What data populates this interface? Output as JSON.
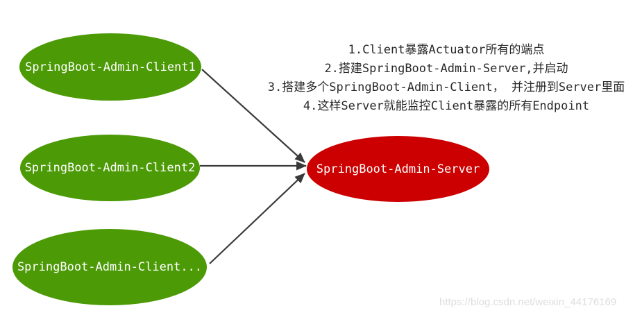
{
  "diagram": {
    "nodes": [
      {
        "id": "client1",
        "label": "SpringBoot-Admin-Client1",
        "fill": "#4c9a06",
        "text_color": "#ffffff"
      },
      {
        "id": "client2",
        "label": "SpringBoot-Admin-Client2",
        "fill": "#4c9a06",
        "text_color": "#ffffff"
      },
      {
        "id": "client3",
        "label": "SpringBoot-Admin-Client...",
        "fill": "#4c9a06",
        "text_color": "#ffffff"
      },
      {
        "id": "server",
        "label": "SpringBoot-Admin-Server",
        "fill": "#cc0000",
        "text_color": "#ffffff"
      }
    ],
    "edges": [
      {
        "from": "client1",
        "to": "server"
      },
      {
        "from": "client2",
        "to": "server"
      },
      {
        "from": "client3",
        "to": "server"
      }
    ],
    "edge_color": "#3a3a3a"
  },
  "notes": {
    "color": "#2a2a2a",
    "lines": [
      "1.Client暴露Actuator所有的端点",
      "2.搭建SpringBoot-Admin-Server,并启动",
      "3.搭建多个SpringBoot-Admin-Client， 并注册到Server里面",
      "4.这样Server就能监控Client暴露的所有Endpoint"
    ]
  },
  "watermark": {
    "text": "https://blog.csdn.net/weixin_44176169",
    "color": "#dedede"
  }
}
